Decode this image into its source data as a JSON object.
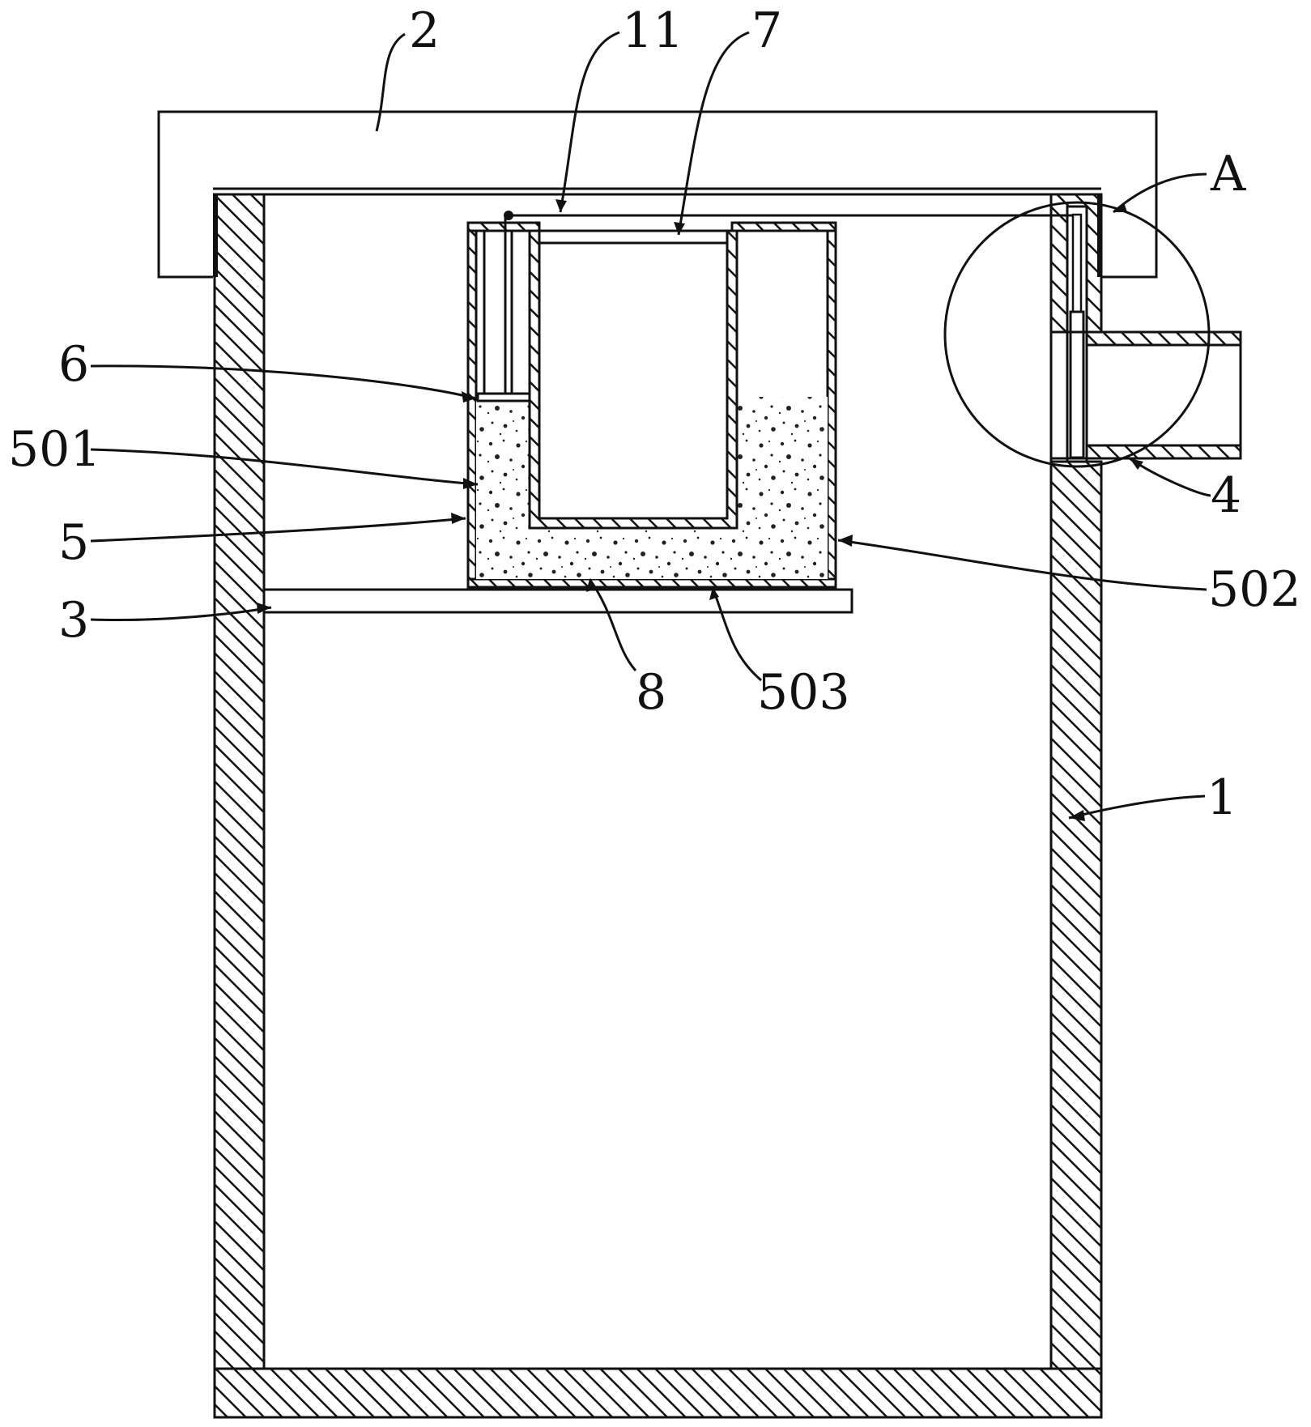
{
  "figure": {
    "background": "#ffffff",
    "line_color": "#111111",
    "hatch_style": "diagonal-45",
    "fill_material": "speckled-granular"
  },
  "labels": {
    "casing_1": "1",
    "cover_2": "2",
    "support_plate_3": "3",
    "pipe_4": "4",
    "inner_box_5": "5",
    "outer_wall_501": "501",
    "inner_wall_502": "502",
    "bottom_plate_503": "503",
    "float_6": "6",
    "plate_7": "7",
    "filler_8": "8",
    "rod_11": "11",
    "detail_A": "A"
  }
}
